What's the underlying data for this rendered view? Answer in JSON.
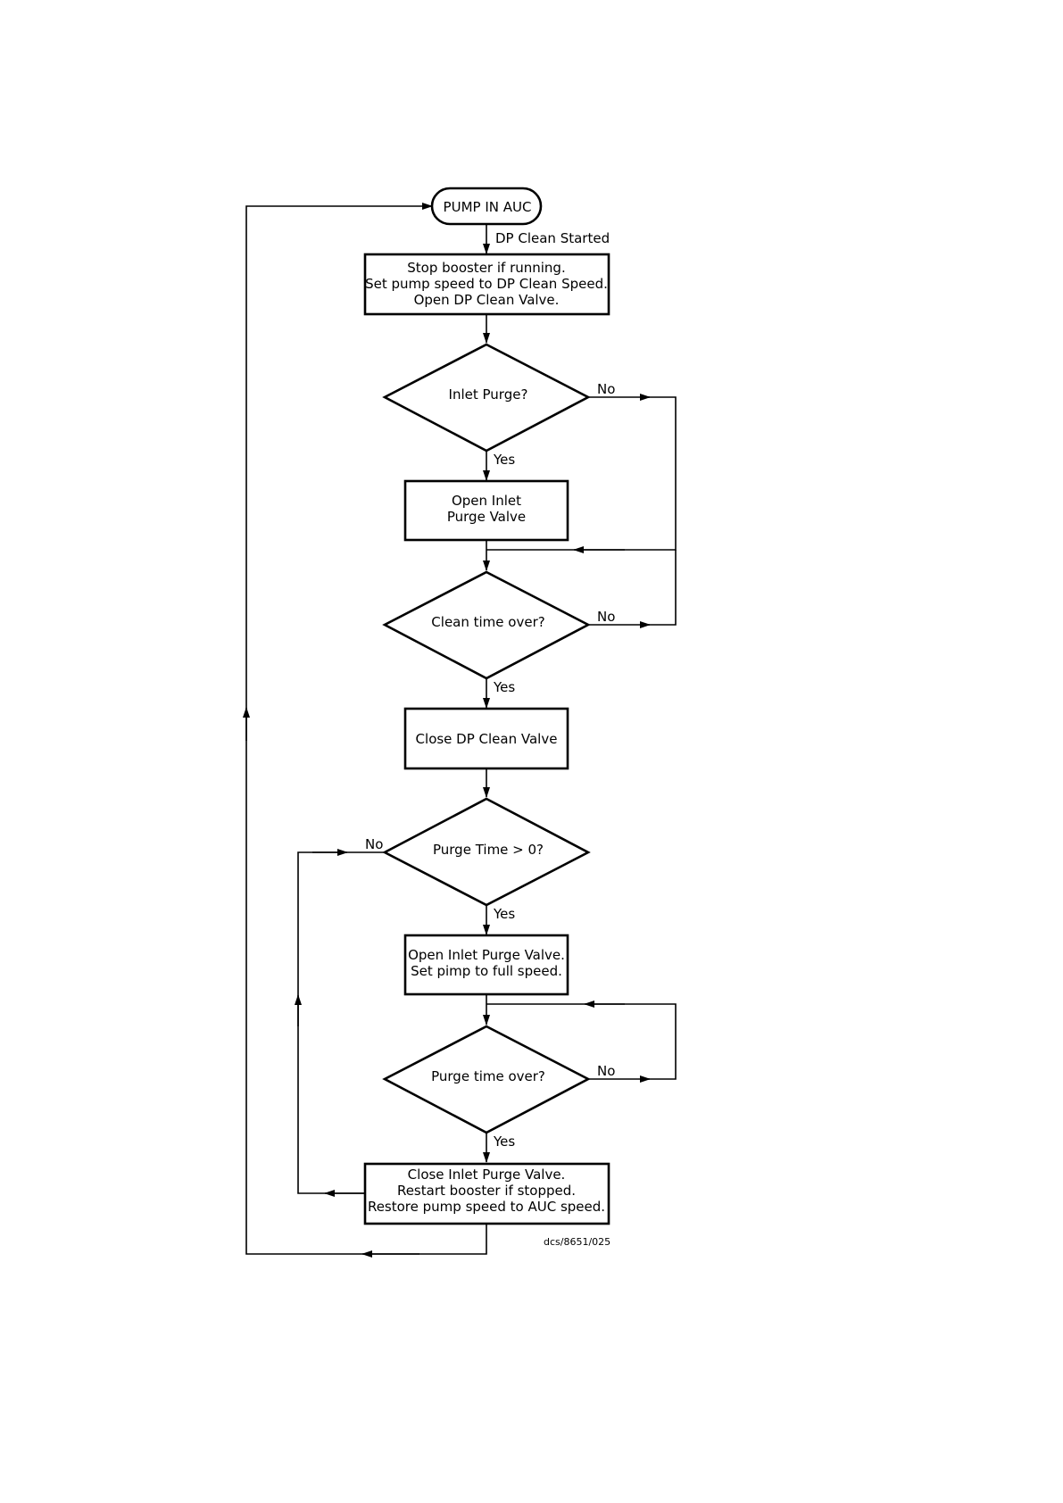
{
  "nodes": {
    "start": {
      "lines": [
        "PUMP IN AUC"
      ]
    },
    "stop_booster": {
      "lines": [
        "Stop booster if running.",
        "Set pump speed to DP Clean Speed.",
        "Open DP Clean Valve."
      ]
    },
    "inlet_purge_q": {
      "lines": [
        "Inlet Purge?"
      ]
    },
    "open_inlet_purge": {
      "lines": [
        "Open Inlet",
        "Purge Valve"
      ]
    },
    "clean_time_q": {
      "lines": [
        "Clean time over?"
      ]
    },
    "close_dp_clean": {
      "lines": [
        "Close DP Clean Valve"
      ]
    },
    "purge_time_gt0_q": {
      "lines": [
        "Purge Time > 0?"
      ]
    },
    "open_inlet_full": {
      "lines": [
        "Open Inlet Purge Valve.",
        "Set pimp to full speed."
      ]
    },
    "purge_time_over_q": {
      "lines": [
        "Purge time over?"
      ]
    },
    "close_inlet_restart": {
      "lines": [
        "Close Inlet Purge Valve.",
        "Restart booster if stopped.",
        "Restore pump speed to AUC speed."
      ]
    }
  },
  "edge_labels": {
    "dp_clean_started": "DP Clean Started",
    "inlet_purge_yes": "Yes",
    "inlet_purge_no": "No",
    "clean_time_yes": "Yes",
    "clean_time_no": "No",
    "purge_gt0_yes": "Yes",
    "purge_gt0_no": "No",
    "purge_over_yes": "Yes",
    "purge_over_no": "No"
  },
  "reference": "dcs/8651/025"
}
